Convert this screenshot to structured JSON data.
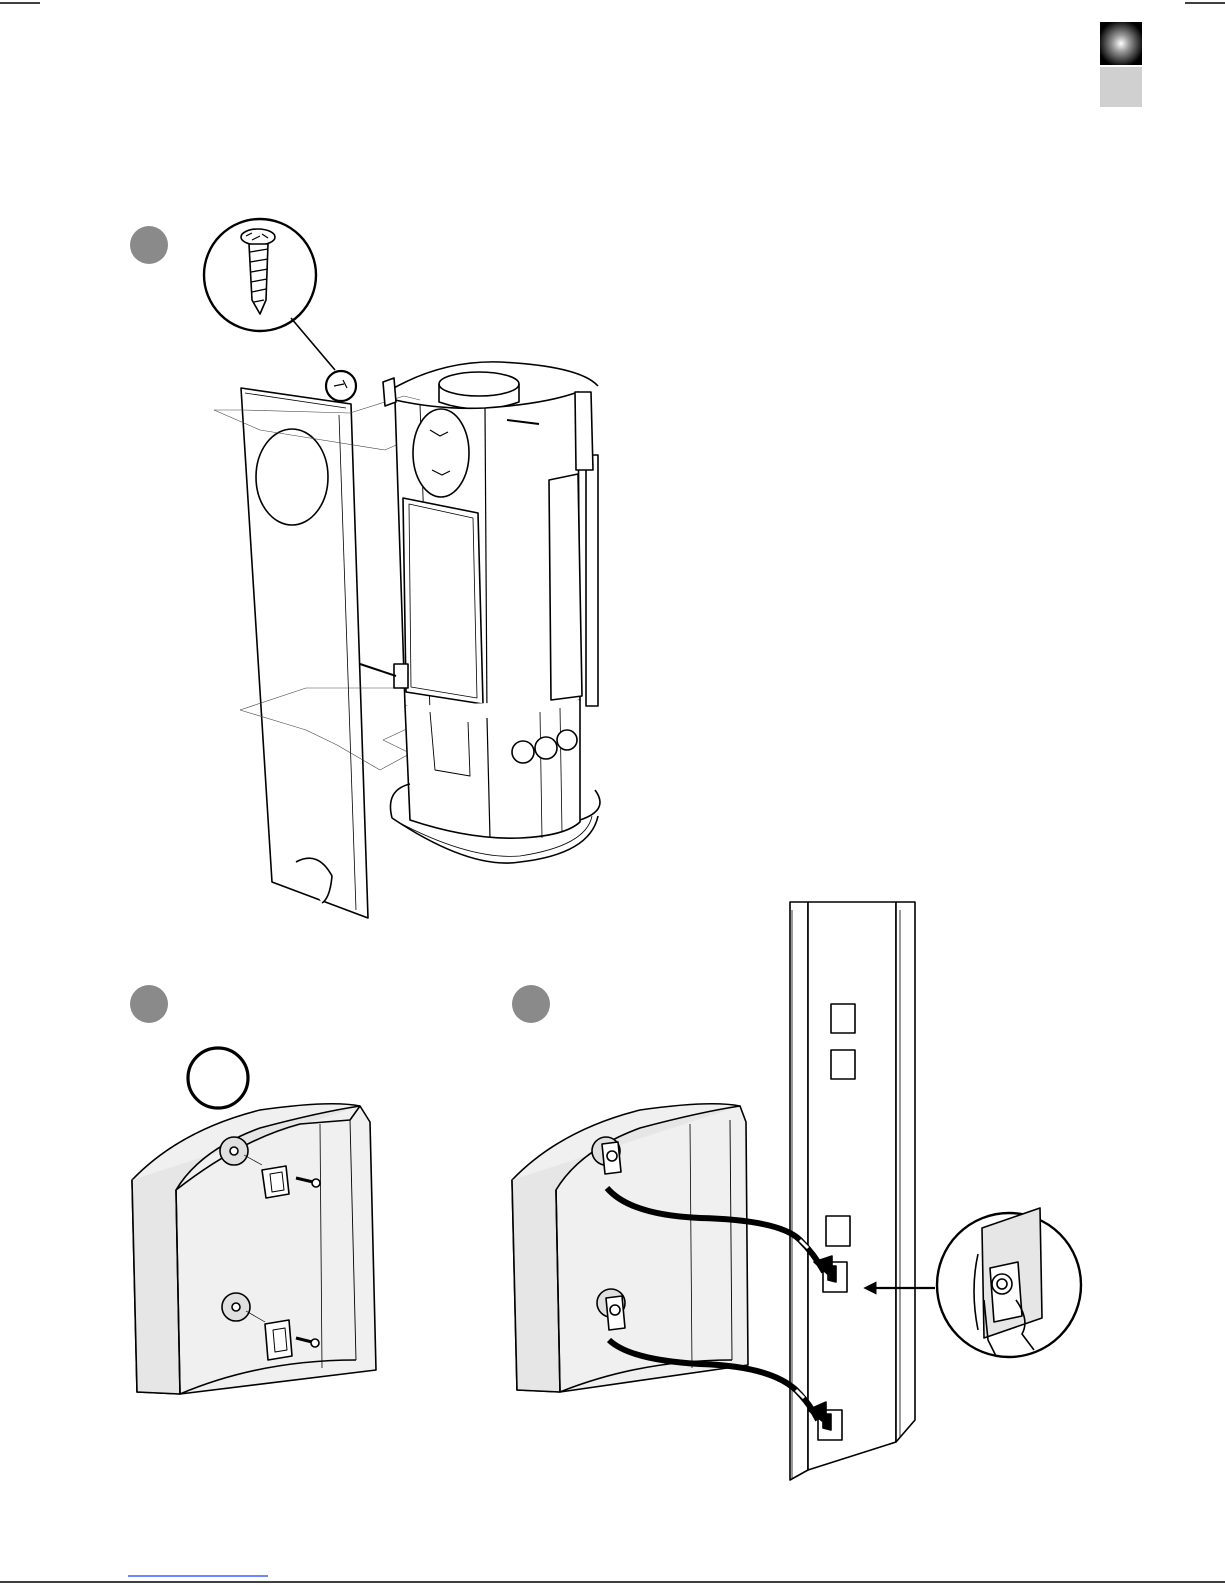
{
  "page": {
    "language_tabs": [
      {
        "color": "#000000"
      },
      {
        "color": "#d0d0d0"
      }
    ],
    "step_marker_color": "#8a8a8a",
    "link_underline_color": "#1a3cff"
  },
  "steps": [
    {
      "panel": "stove-side-panel-removal",
      "detail": "screw-closeup"
    },
    {
      "panel": "hook-bracket-mounting",
      "detail": "circle-marker"
    },
    {
      "panel": "cover-hang-on-column",
      "detail": "hook-closeup"
    }
  ]
}
